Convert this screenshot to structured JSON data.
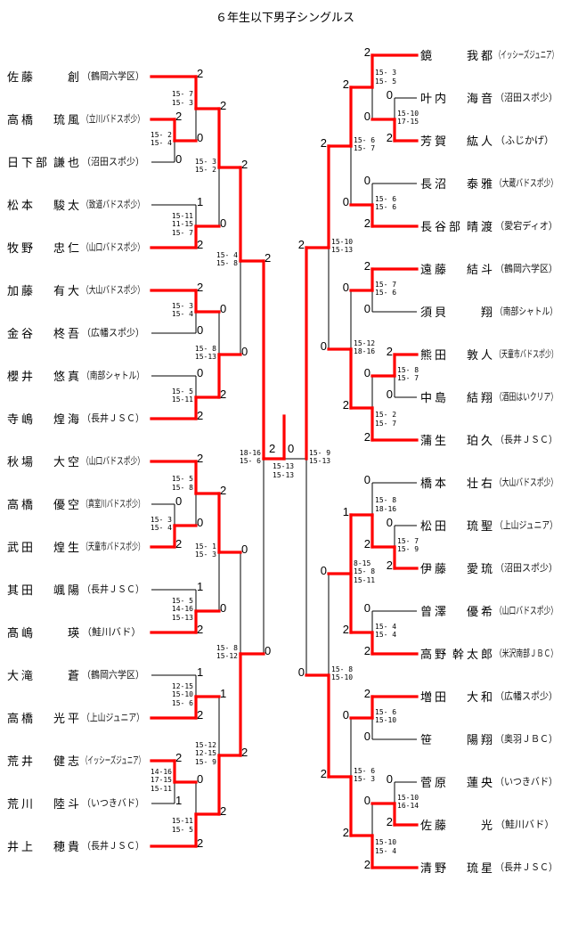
{
  "title": "６年生以下男子シングルス",
  "left_players": [
    {
      "name": "佐藤 創",
      "club": "鶴岡六学区"
    },
    {
      "name": "高橋 琉風",
      "club": "立川バドスポ少"
    },
    {
      "name": "日下部 謙也",
      "club": "沼田スポ少"
    },
    {
      "name": "松本 駿太",
      "club": "致道バドスポ少"
    },
    {
      "name": "牧野 忠仁",
      "club": "山口バドスポ少"
    },
    {
      "name": "加藤 有大",
      "club": "大山バドスポ少"
    },
    {
      "name": "金谷 柊吾",
      "club": "広幡スポ少"
    },
    {
      "name": "櫻井 悠真",
      "club": "南部シャトル"
    },
    {
      "name": "寺嶋 煌海",
      "club": "長井ＪＳＣ"
    },
    {
      "name": "秋場 大空",
      "club": "山口バドスポ少"
    },
    {
      "name": "高橋 優空",
      "club": "真室川バドスポ少"
    },
    {
      "name": "武田 煌生",
      "club": "天童市バドスポ少"
    },
    {
      "name": "其田 颯陽",
      "club": "長井ＪＳＣ"
    },
    {
      "name": "髙嶋 瑛",
      "club": "鮭川バド"
    },
    {
      "name": "大滝 蒼",
      "club": "鶴岡六学区"
    },
    {
      "name": "高橋 光平",
      "club": "上山ジュニア"
    },
    {
      "name": "荒井 健志",
      "club": "イッシーズジュニア"
    },
    {
      "name": "荒川 陸斗",
      "club": "いつきバド"
    },
    {
      "name": "井上 穂貴",
      "club": "長井ＪＳＣ"
    }
  ],
  "right_players": [
    {
      "name": "鏡 我都",
      "club": "イッシーズジュニア"
    },
    {
      "name": "叶内 海音",
      "club": "沼田スポ少"
    },
    {
      "name": "芳賀 紘人",
      "club": "ふじかげ"
    },
    {
      "name": "長沼 泰雅",
      "club": "大蔵バドスポ少"
    },
    {
      "name": "長谷部 晴渡",
      "club": "愛宕ディオ"
    },
    {
      "name": "遠藤 結斗",
      "club": "鶴岡六学区"
    },
    {
      "name": "須貝 翔",
      "club": "南部シャトル"
    },
    {
      "name": "熊田 敦人",
      "club": "天童市バドスポ少"
    },
    {
      "name": "中島 結翔",
      "club": "酒田はいクリア"
    },
    {
      "name": "蒲生 珀久",
      "club": "長井ＪＳＣ"
    },
    {
      "name": "橋本 壮右",
      "club": "大山バドスポ少"
    },
    {
      "name": "松田 琉聖",
      "club": "上山ジュニア"
    },
    {
      "name": "伊藤 愛琉",
      "club": "沼田スポ少"
    },
    {
      "name": "曾澤 優希",
      "club": "山口バドスポ少"
    },
    {
      "name": "高野 幹太郎",
      "club": "米沢南部ＪＢＣ"
    },
    {
      "name": "増田 大和",
      "club": "広幡スポ少"
    },
    {
      "name": "笹 陽翔",
      "club": "奥羽ＪＢＣ"
    },
    {
      "name": "菅原 蓮央",
      "club": "いつきバド"
    },
    {
      "name": "佐藤 光",
      "club": "鮭川バド"
    },
    {
      "name": "清野 琉星",
      "club": "長井ＪＳＣ"
    }
  ],
  "left_matches": [
    {
      "top": "2",
      "bottom": "0",
      "games": [
        "15- 2",
        "15- 4"
      ]
    },
    {
      "top": "2",
      "bottom": "0",
      "games": [
        "15- 7",
        "15- 3"
      ]
    },
    {
      "top": "1",
      "bottom": "2",
      "games": [
        "15-11",
        "11-15",
        "15- 7"
      ]
    },
    {
      "top": "2",
      "bottom": "0",
      "games": [
        "15- 3",
        "15- 2"
      ]
    },
    {
      "top": "2",
      "bottom": "0",
      "games": [
        "15- 3",
        "15- 4"
      ]
    },
    {
      "top": "0",
      "bottom": "2",
      "games": [
        "15- 5",
        "15-11"
      ]
    },
    {
      "top": "0",
      "bottom": "2",
      "games": [
        "15- 8",
        "15-13"
      ]
    },
    {
      "top": "2",
      "bottom": "0",
      "games": [
        "15- 4",
        "15- 8"
      ]
    },
    {
      "top": "0",
      "bottom": "2",
      "games": [
        "15- 3",
        "15- 4"
      ]
    },
    {
      "top": "2",
      "bottom": "0",
      "games": [
        "15- 5",
        "15- 8"
      ]
    },
    {
      "top": "1",
      "bottom": "2",
      "games": [
        "15- 5",
        "14-16",
        "15-13"
      ]
    },
    {
      "top": "2",
      "bottom": "0",
      "games": [
        "15- 1",
        "15- 3"
      ]
    },
    {
      "top": "1",
      "bottom": "2",
      "games": [
        "12-15",
        "15-10",
        "15- 6"
      ]
    },
    {
      "top": "2",
      "bottom": "1",
      "games": [
        "14-16",
        "17-15",
        "15-11"
      ]
    },
    {
      "top": "0",
      "bottom": "2",
      "games": [
        "15-11",
        "15- 5"
      ]
    },
    {
      "top": "1",
      "bottom": "2",
      "games": [
        "15-12",
        "12-15",
        "15- 9"
      ]
    },
    {
      "top": "0",
      "bottom": "2",
      "games": [
        "15- 8",
        "15-12"
      ]
    },
    {
      "top": "2",
      "bottom": "0",
      "games": [
        "18-16",
        "15- 6"
      ]
    }
  ],
  "right_matches": [
    {
      "top": "0",
      "bottom": "2",
      "games": [
        "15-10",
        "17-15"
      ]
    },
    {
      "top": "2",
      "bottom": "0",
      "games": [
        "15- 3",
        "15- 5"
      ]
    },
    {
      "top": "0",
      "bottom": "2",
      "games": [
        "15- 6",
        "15- 6"
      ]
    },
    {
      "top": "2",
      "bottom": "0",
      "games": [
        "15- 6",
        "15- 7"
      ]
    },
    {
      "top": "2",
      "bottom": "0",
      "games": [
        "15- 7",
        "15- 6"
      ]
    },
    {
      "top": "2",
      "bottom": "0",
      "games": [
        "15- 8",
        "15- 7"
      ]
    },
    {
      "top": "0",
      "bottom": "2",
      "games": [
        "15- 2",
        "15- 7"
      ]
    },
    {
      "top": "0",
      "bottom": "2",
      "games": [
        "15-12",
        "18-16"
      ]
    },
    {
      "top": "2",
      "bottom": "0",
      "games": [
        "15-10",
        "15-13"
      ]
    },
    {
      "top": "0",
      "bottom": "2",
      "games": [
        "15- 7",
        "15- 9"
      ]
    },
    {
      "top": "0",
      "bottom": "2",
      "games": [
        "15- 8",
        "18-16"
      ]
    },
    {
      "top": "0",
      "bottom": "2",
      "games": [
        "15- 4",
        "15- 4"
      ]
    },
    {
      "top": "1",
      "bottom": "2",
      "games": [
        "8-15",
        "15- 8",
        "15-11"
      ]
    },
    {
      "top": "2",
      "bottom": "0",
      "games": [
        "15- 6",
        "15-10"
      ]
    },
    {
      "top": "0",
      "bottom": "2",
      "games": [
        "15-10",
        "16-14"
      ]
    },
    {
      "top": "0",
      "bottom": "2",
      "games": [
        "15-10",
        "15- 4"
      ]
    },
    {
      "top": "0",
      "bottom": "2",
      "games": [
        "15- 6",
        "15- 3"
      ]
    },
    {
      "top": "0",
      "bottom": "2",
      "games": [
        "15- 8",
        "15-10"
      ]
    },
    {
      "top": "2",
      "bottom": "0",
      "games": [
        "15- 9",
        "15-13"
      ]
    }
  ],
  "final": {
    "left_score": "2",
    "right_score": "0",
    "games": [
      "15-13",
      "15-13"
    ]
  },
  "colors": {
    "winner_line": "#ff0000",
    "line": "#000000"
  }
}
